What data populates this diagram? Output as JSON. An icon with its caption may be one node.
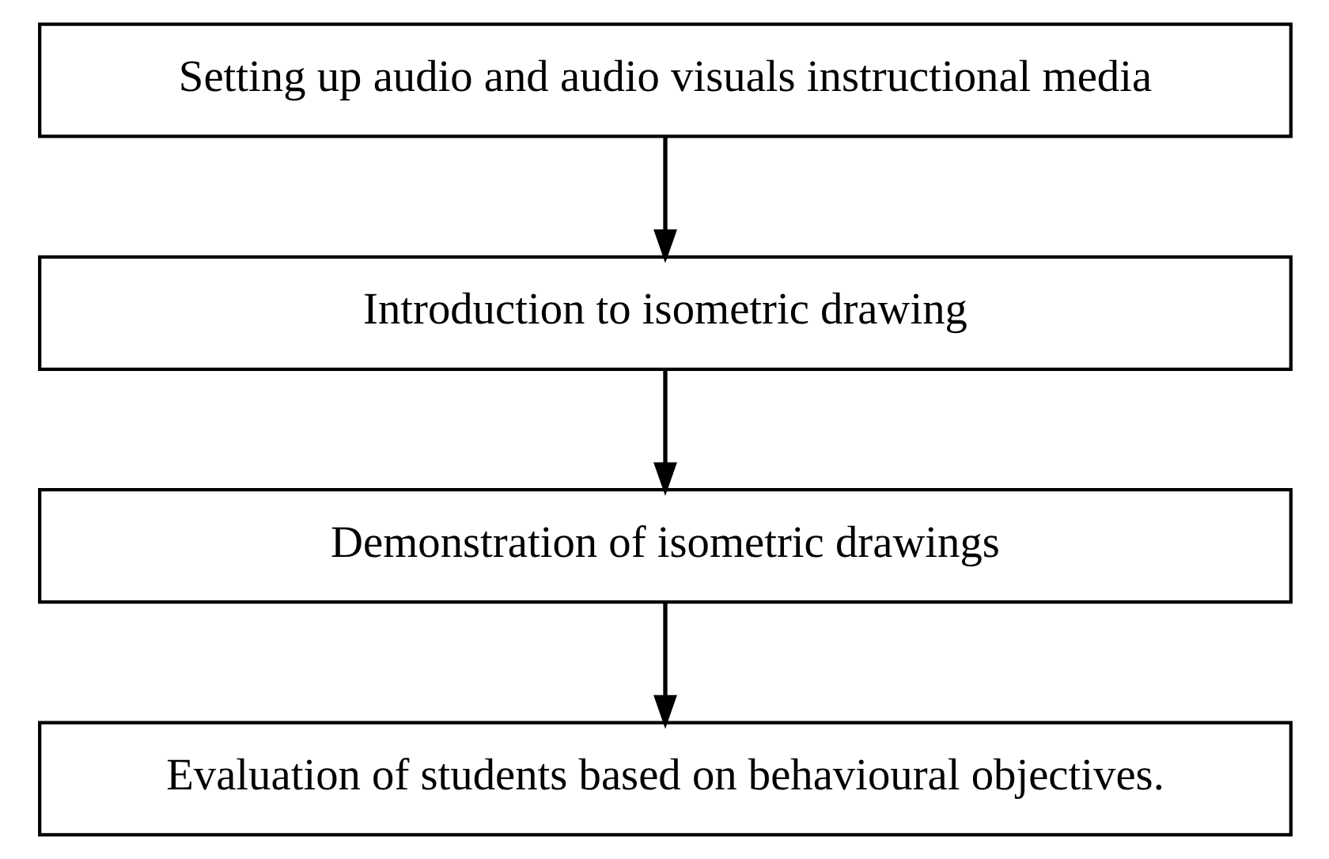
{
  "diagram": {
    "nodes": [
      {
        "text": [
          "Setting up audio and audio visuals instructional media"
        ]
      },
      {
        "text": [
          "Introduction to isometric drawing"
        ]
      },
      {
        "text": [
          "Demonstration of isometric drawings"
        ]
      },
      {
        "text": [
          "Evaluation of students based on behavioural objectives."
        ]
      }
    ],
    "edges": [
      {
        "from": 0,
        "to": 1,
        "arrow": "to"
      },
      {
        "from": 1,
        "to": 2,
        "arrow": "to"
      },
      {
        "from": 2,
        "to": 3,
        "arrow": "to"
      }
    ]
  }
}
